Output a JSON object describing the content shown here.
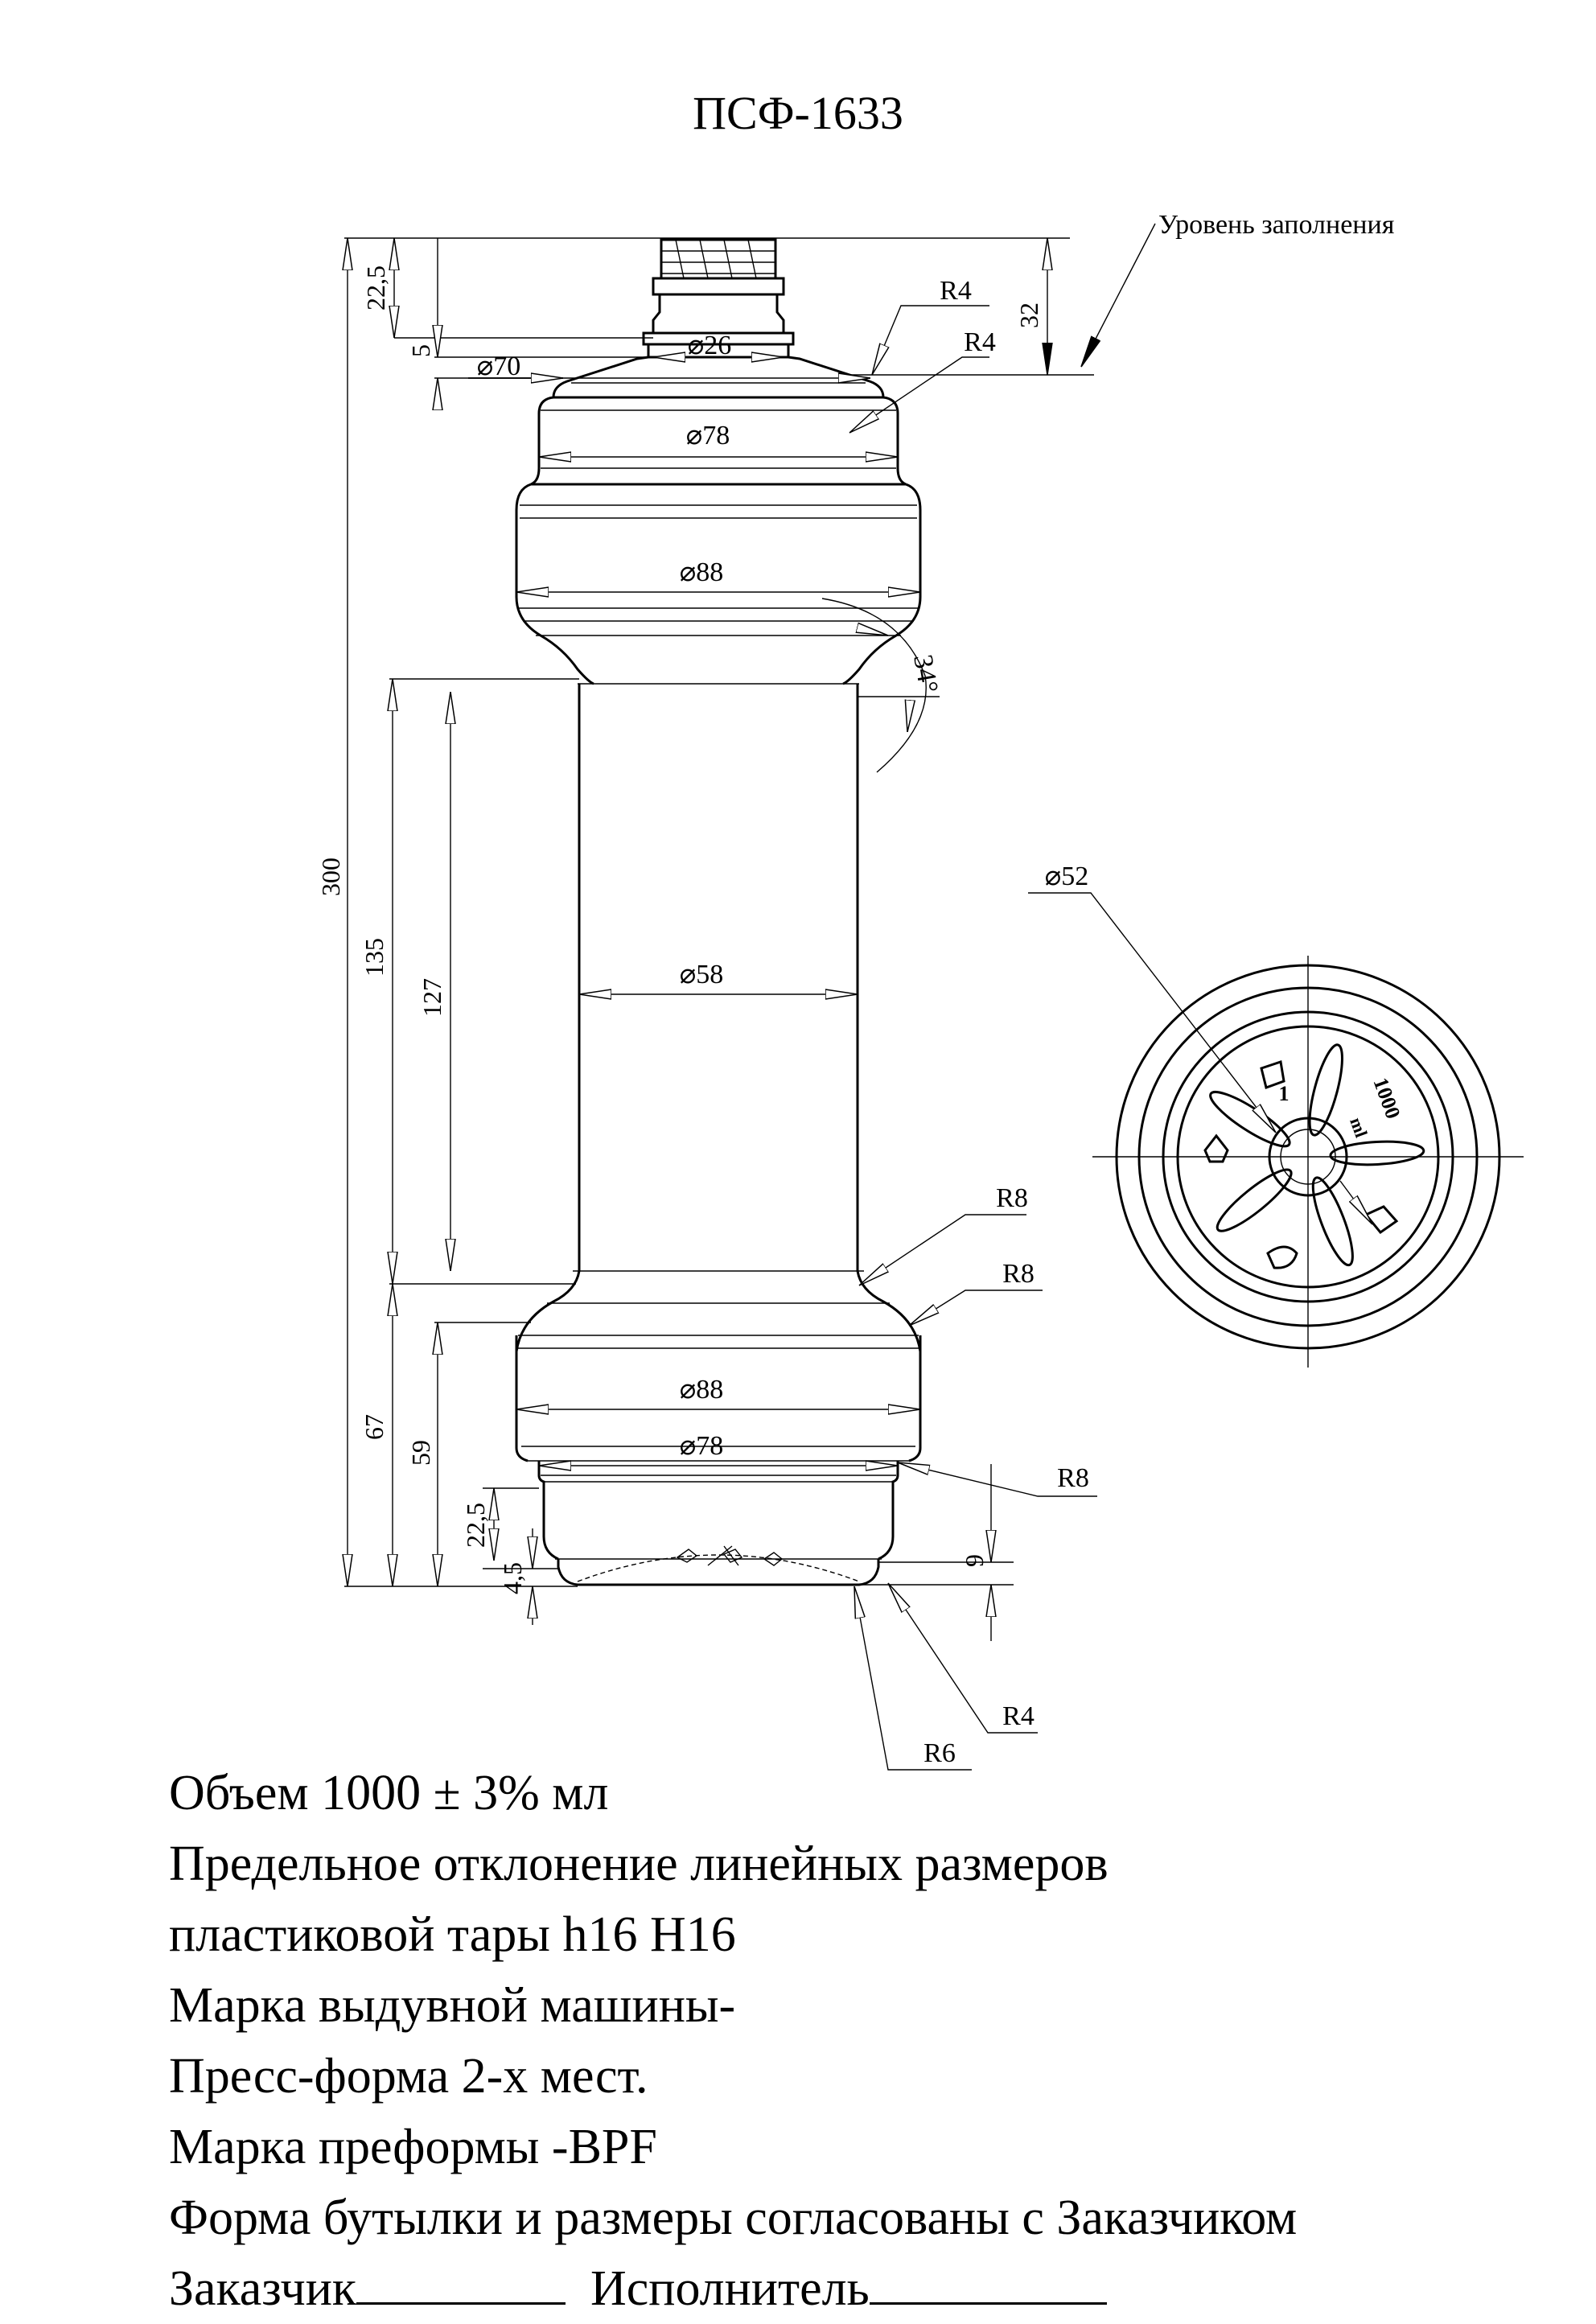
{
  "title": "ПСФ-1633",
  "callout_fill_level": "Уровень заполнения",
  "dimensions": {
    "total_height": "300",
    "neck_height": "22,5",
    "neck_ring": "5",
    "fill_level": "32",
    "upper_grip": "135",
    "grip_inner": "127",
    "lower_body": "67",
    "lower_inner": "59",
    "base_band": "22,5",
    "base_step": "4,5",
    "base_recess": "9",
    "diam_neck": "⌀26",
    "diam_shoulder": "⌀70",
    "diam_upper_band": "⌀78",
    "diam_upper_body": "⌀88",
    "diam_grip": "⌀58",
    "diam_lower_body": "⌀88",
    "diam_lower_band": "⌀78",
    "diam_base": "⌀52",
    "angle": "34°",
    "radius_r4_top1": "R4",
    "radius_r4_top2": "R4",
    "radius_r8_a": "R8",
    "radius_r8_b": "R8",
    "radius_r8_c": "R8",
    "radius_r4_bottom": "R4",
    "radius_r6": "R6"
  },
  "base_marks": {
    "code": "1",
    "volume": "1000",
    "unit": "ml"
  },
  "notes": [
    "Объем 1000  ± 3% мл",
    "Предельное отклонение линейных размеров",
    "пластиковой тары h16 H16",
    "Марка выдувной машины-",
    "Пресс-форма 2-х мест.",
    "Марка преформы -BPF",
    "Форма бутылки и размеры согласованы с Заказчиком"
  ],
  "signature": {
    "customer_label": "Заказчик",
    "contractor_label": "Исполнитель"
  }
}
